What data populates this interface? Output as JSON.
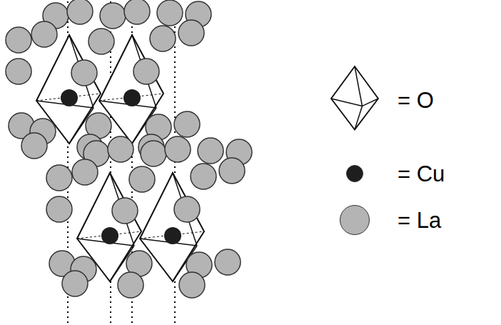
{
  "diagram": {
    "legend": [
      {
        "text": "= O"
      },
      {
        "text": "= Cu",
        "color": "#1e1e1e"
      },
      {
        "text": "= La",
        "color": "#b4b4b4"
      }
    ]
  }
}
